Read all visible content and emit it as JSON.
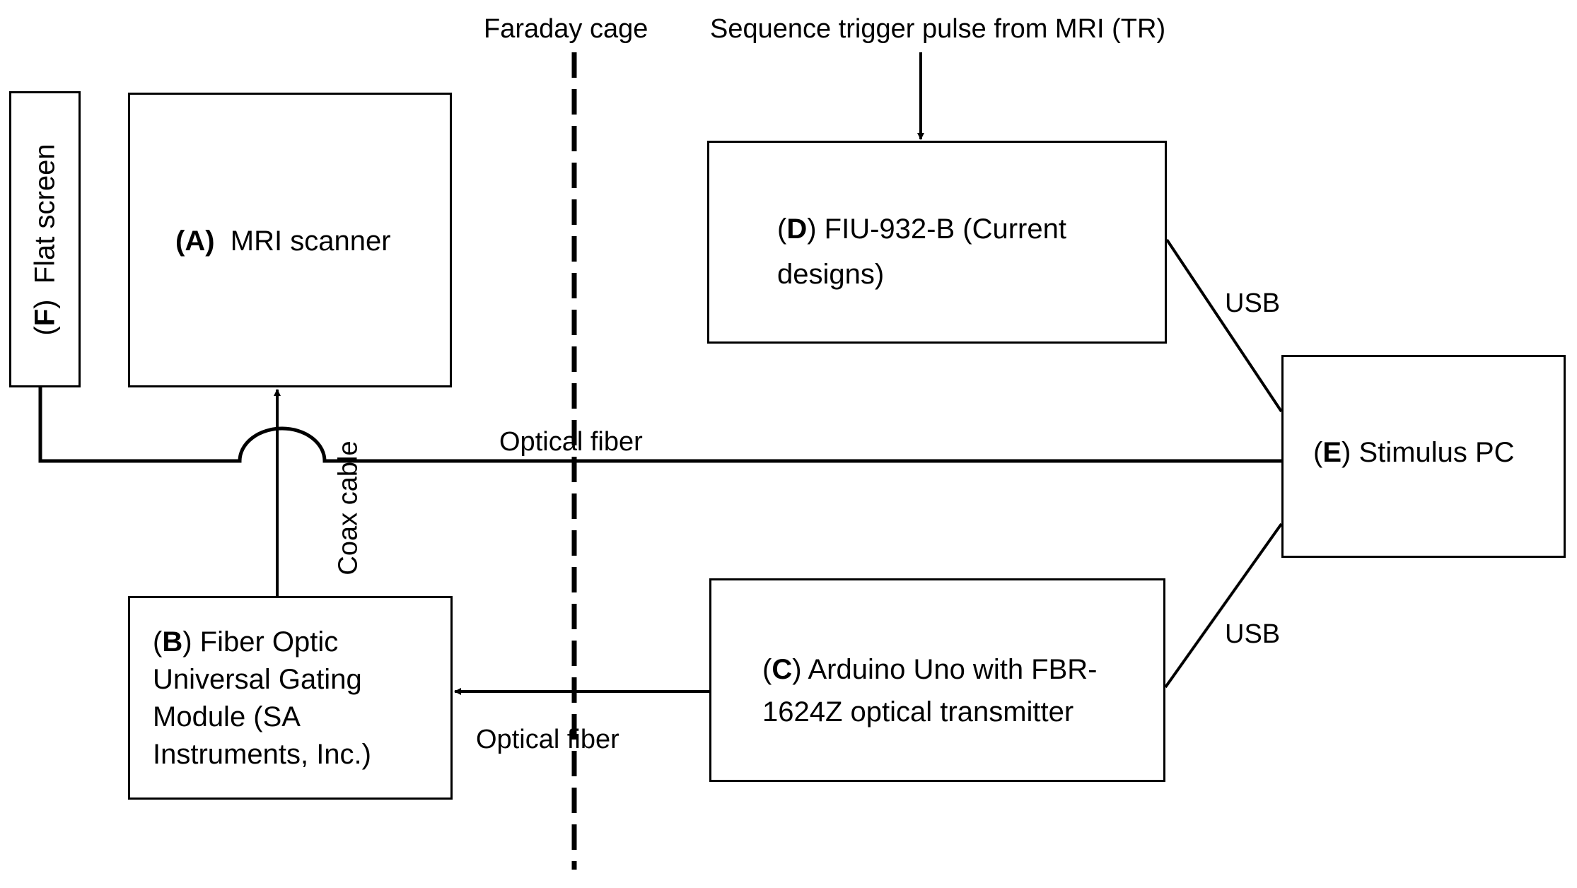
{
  "labels": {
    "faraday": "Faraday cage",
    "trigger": "Sequence trigger pulse from MRI (TR)",
    "optical_fiber_top": "Optical fiber",
    "optical_fiber_bottom": "Optical fiber",
    "coax": "Coax cable",
    "usb_top": "USB",
    "usb_bottom": "USB"
  },
  "boxes": {
    "F": {
      "letter": "F",
      "text": "Flat screen"
    },
    "A": {
      "letter": "A",
      "text": "MRI scanner"
    },
    "D": {
      "letter": "D",
      "text": "FIU-932-B (Current designs)"
    },
    "E": {
      "letter": "E",
      "text": "Stimulus PC"
    },
    "C": {
      "letter": "C",
      "text": "Arduino Uno with FBR-1624Z optical transmitter"
    },
    "B": {
      "letter": "B",
      "text": "Fiber Optic Universal Gating Module (SA Instruments, Inc.)"
    }
  }
}
